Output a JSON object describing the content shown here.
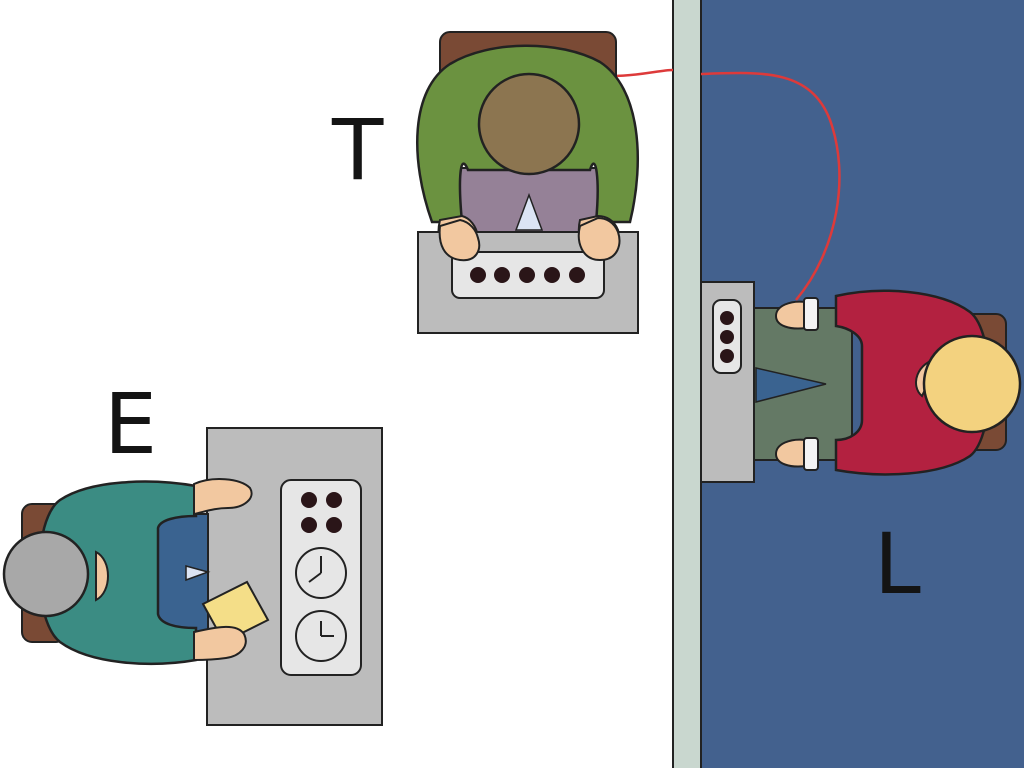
{
  "labels": {
    "teacher": "T",
    "experimenter": "E",
    "learner": "L"
  },
  "colors": {
    "learner_room": "#43618e",
    "partition_wall": "#c9d7cf",
    "electrode_wire": "#dd3a3a",
    "teacher_shirt": "#6b9240",
    "experimenter_shirt": "#3b8c83",
    "learner_shirt": "#b32140",
    "desk": "#bcbcbc"
  }
}
